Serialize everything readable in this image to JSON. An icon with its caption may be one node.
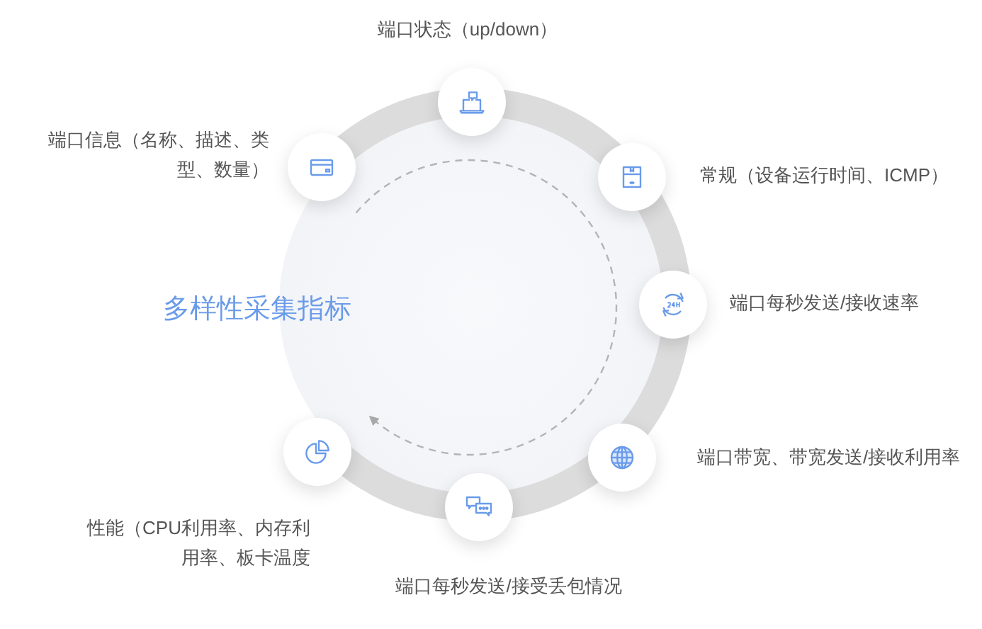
{
  "diagram": {
    "nodes": [
      {
        "text": [
          "多样性采集指标"
        ]
      },
      {
        "text": [],
        "shape": "circle",
        "beside": [
          "端口信息（名称、描述、类型、数量）"
        ]
      },
      {
        "text": [],
        "shape": "circle",
        "beside": [
          "端口状态（up/down）"
        ]
      },
      {
        "text": [],
        "shape": "circle",
        "beside": [
          "常规（设备运行时间、ICMP）"
        ]
      },
      {
        "text": [],
        "shape": "circle",
        "beside": [
          "端口每秒发送/接收速率"
        ]
      },
      {
        "text": [],
        "shape": "circle",
        "beside": [
          "端口带宽、带宽发送/接收利用率"
        ]
      },
      {
        "text": [],
        "shape": "circle",
        "beside": [
          "端口每秒发送/接受丢包情况"
        ]
      },
      {
        "text": [],
        "shape": "circle",
        "beside": [
          "性能（CPU利用率、内存利用率、板卡温度"
        ]
      }
    ]
  }
}
